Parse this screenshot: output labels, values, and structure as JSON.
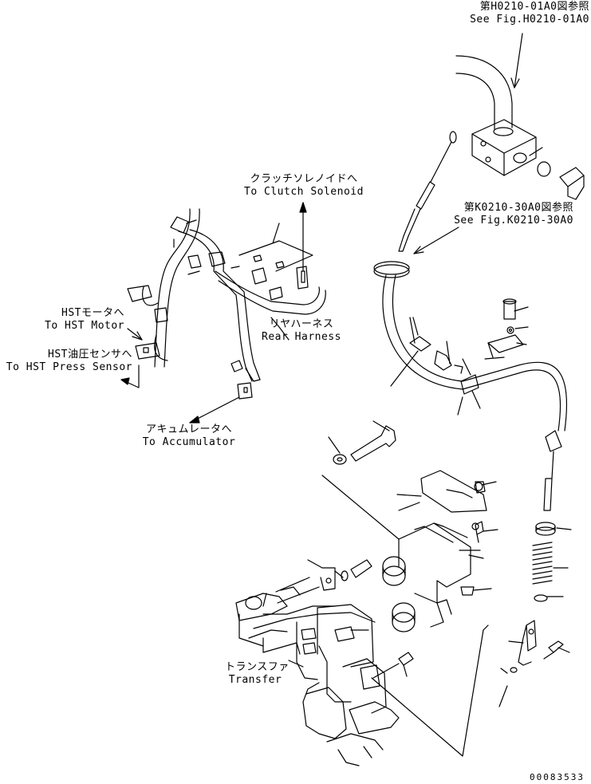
{
  "callouts": {
    "ref_top_jp": "第H0210-01A0図参照",
    "ref_top_en": "See Fig.H0210-01A0",
    "clutch_jp": "クラッチソレノイドへ",
    "clutch_en": "To Clutch Solenoid",
    "ref_mid_jp": "第K0210-30A0図参照",
    "ref_mid_en": "See Fig.K0210-30A0",
    "hst_motor_jp": "HSTモータへ",
    "hst_motor_en": "To HST Motor",
    "rear_harness_jp": "リヤハーネス",
    "rear_harness_en": "Rear Harness",
    "hst_press_jp": "HST油圧センサへ",
    "hst_press_en": "To HST Press Sensor",
    "accum_jp": "アキュムレータへ",
    "accum_en": "To Accumulator",
    "transfer_jp": "トランスファ",
    "transfer_en": "Transfer"
  },
  "drawing_number": "00083533"
}
